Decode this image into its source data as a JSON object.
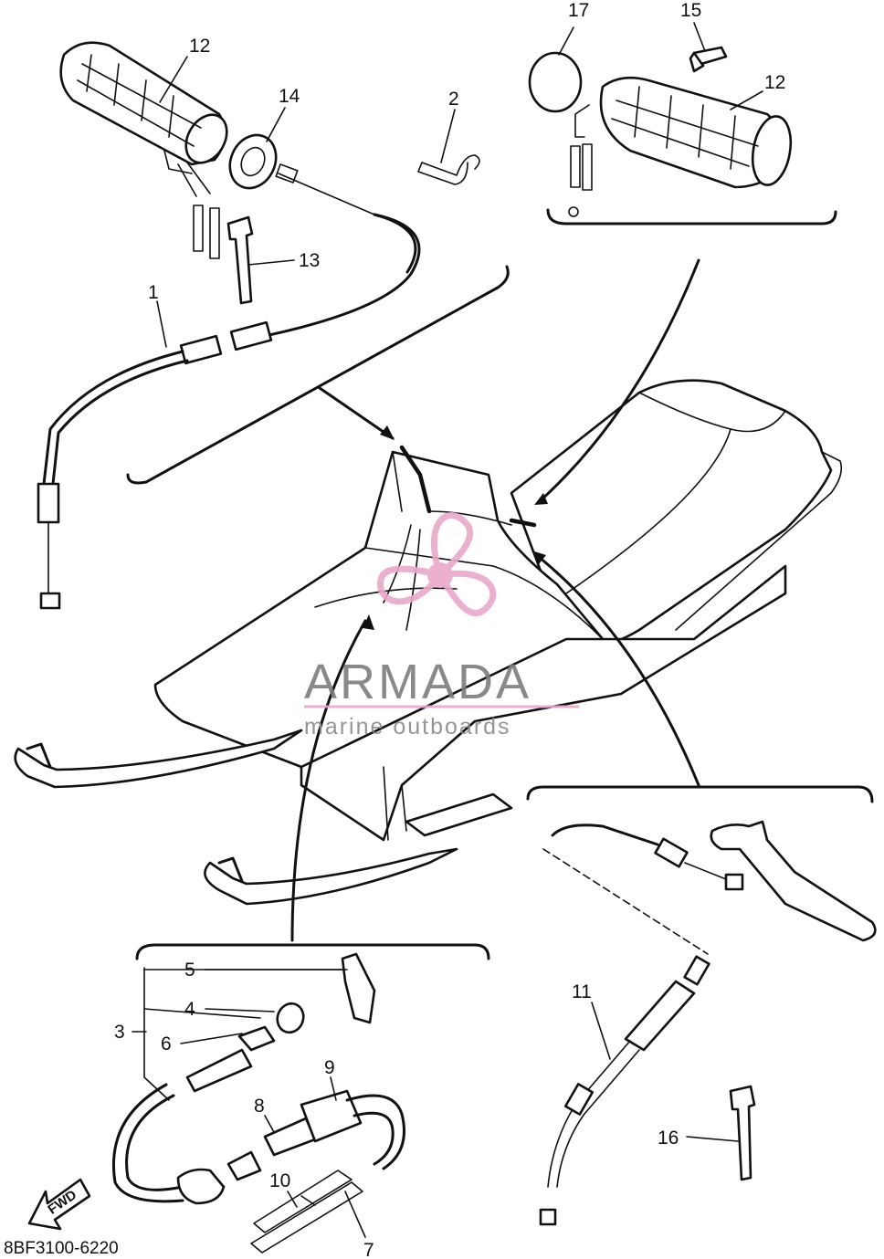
{
  "diagram": {
    "callouts": [
      {
        "id": "c12a",
        "label": "12"
      },
      {
        "id": "c14",
        "label": "14"
      },
      {
        "id": "c2",
        "label": "2"
      },
      {
        "id": "c17",
        "label": "17"
      },
      {
        "id": "c15",
        "label": "15"
      },
      {
        "id": "c12b",
        "label": "12"
      },
      {
        "id": "c13",
        "label": "13"
      },
      {
        "id": "c1",
        "label": "1"
      },
      {
        "id": "c5",
        "label": "5"
      },
      {
        "id": "c4",
        "label": "4"
      },
      {
        "id": "c3",
        "label": "3"
      },
      {
        "id": "c6",
        "label": "6"
      },
      {
        "id": "c9",
        "label": "9"
      },
      {
        "id": "c8",
        "label": "8"
      },
      {
        "id": "c10",
        "label": "10"
      },
      {
        "id": "c7",
        "label": "7"
      },
      {
        "id": "c11",
        "label": "11"
      },
      {
        "id": "c16",
        "label": "16"
      }
    ],
    "fwd_label": "FWD",
    "part_code": "8BF3100-6220"
  },
  "watermark": {
    "title": "ARMADA",
    "subtitle": "marine outboards",
    "color": "#e9a8c8"
  }
}
